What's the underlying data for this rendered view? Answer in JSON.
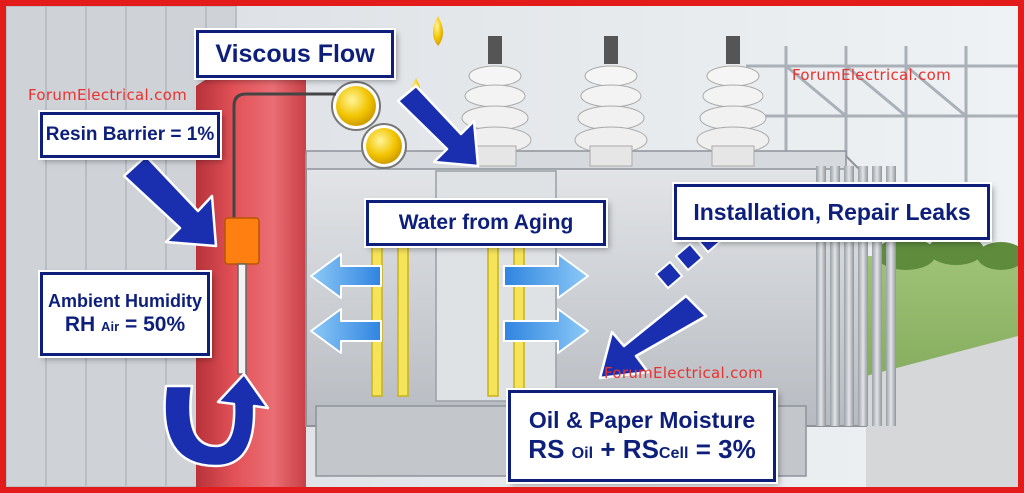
{
  "watermarks": [
    "ForumElectrical.com",
    "ForumElectrical.com",
    "ForumElectrical.com"
  ],
  "labels": {
    "viscous_flow": "Viscous Flow",
    "resin_barrier": "Resin Barrier = 1%",
    "ambient_humidity": {
      "line1": "Ambient Humidity",
      "line2_main": "RH",
      "line2_sub": "Air",
      "line2_value": "= 50%"
    },
    "water_from_aging": "Water from Aging",
    "installation_repair": "Installation, Repair Leaks",
    "oil_paper_moisture": {
      "line1": "Oil & Paper Moisture",
      "rs1": "RS",
      "rs1_sub": "Oil",
      "plus": "+",
      "rs2": "RS",
      "rs2_sub": "Cell",
      "value": "= 3%"
    }
  },
  "colors": {
    "border": "#e31b1b",
    "label_text": "#0d1f7a",
    "arrow_dark": "#1a2fb0",
    "arrow_light": "#4fa8f2",
    "conservator": "#e0474c",
    "tank": "#c9ccd1",
    "insulator": "#f3f3f3",
    "oil_drop": "#f2c400",
    "orange_box": "#ff7f11"
  }
}
